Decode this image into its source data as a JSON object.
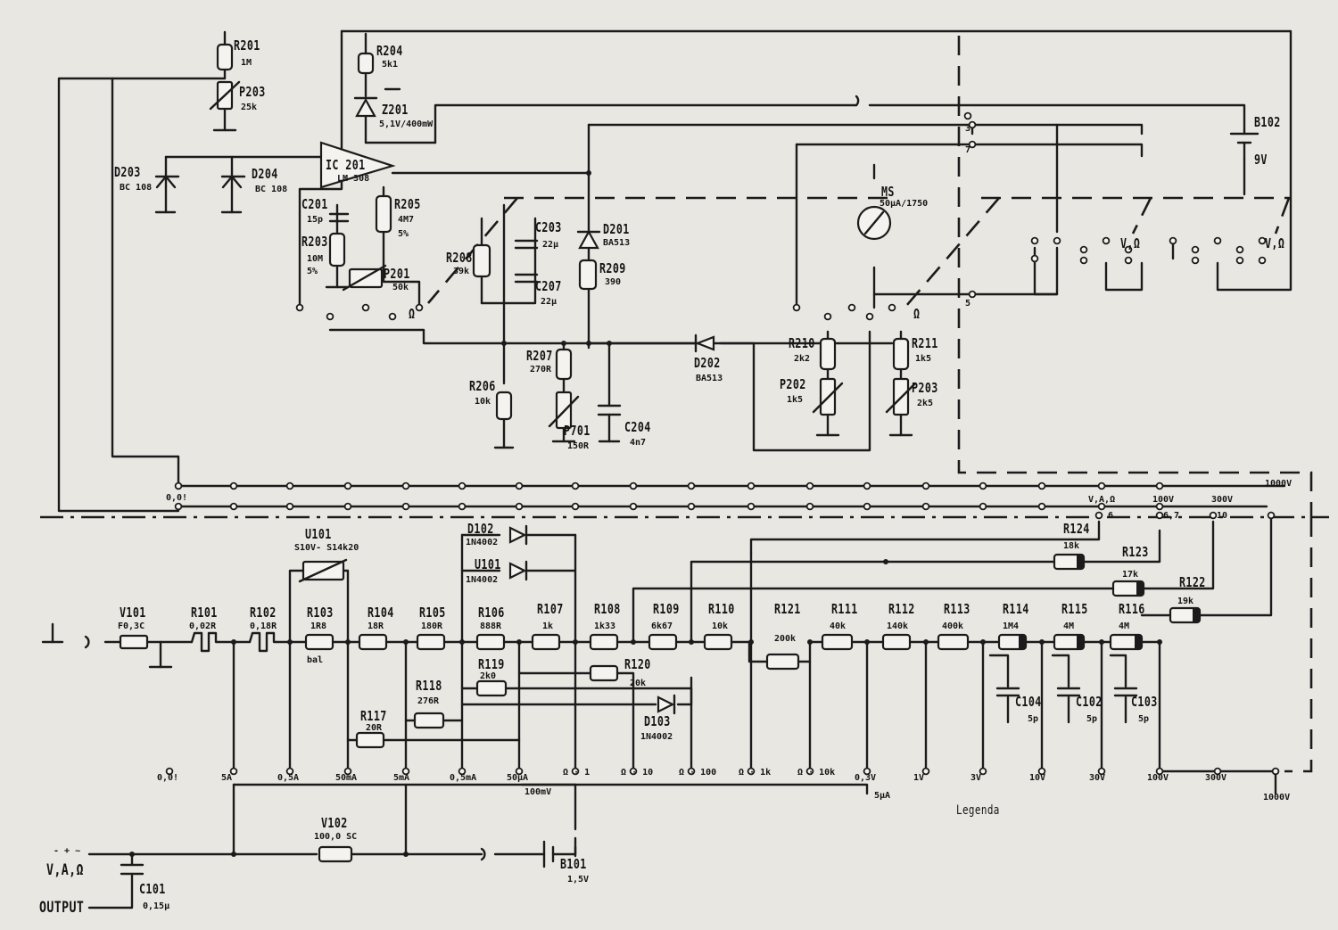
{
  "schematic": {
    "section_label": "Legenda",
    "upper_labels": {
      "R201": "R201",
      "R201_val": "1M",
      "P203a": "P203",
      "P203a_val": "25k",
      "R204": "R204",
      "R204_val": "5k1",
      "Z201": "Z201",
      "Z201_val": "5,1V/400mW",
      "IC201": "IC 201",
      "IC201_val": "LM 308",
      "D203": "D203",
      "D203_val": "BC 108",
      "D204": "D204",
      "D204_val": "BC 108",
      "C201": "C201",
      "C201_val": "15p",
      "R205": "R205",
      "R205_val": "4M7",
      "R205_tol": "5%",
      "R203": "R203",
      "R203_val": "10M",
      "R203_tol": "5%",
      "P201": "P201",
      "P201_val": "50k",
      "R208": "R208",
      "R208_val": "39k",
      "C203": "C203",
      "C203_val": "22µ",
      "C207": "C207",
      "C207_val": "22µ",
      "D201": "D201",
      "D201_val": "BA513",
      "R209": "R209",
      "R209_val": "390",
      "R207": "R207",
      "R207_val": "270R",
      "R206": "R206",
      "R206_val": "10k",
      "P701": "P701",
      "P701_val": "150R",
      "C204": "C204",
      "C204_val": "4n7",
      "D202": "D202",
      "D202_val": "BA513",
      "MS": "MS",
      "MS_val": "50µA/1750",
      "R210": "R210",
      "R210_val": "2k2",
      "P202": "P202",
      "P202_val": "1k5",
      "R211": "R211",
      "R211_val": "1k5",
      "P203b": "P203",
      "P203b_val": "2k5",
      "B102": "B102",
      "B102_val": "9V",
      "ohm_a": "Ω",
      "ohm_b": "Ω",
      "ohm_c": "V,Ω",
      "ohm_d": "V,Ω",
      "sw_3": "3",
      "sw_7": "7",
      "sw_5": "5"
    },
    "lower_labels": {
      "U101": "U101",
      "U101_val": "S10V- S14k20",
      "D102": "D102",
      "D102_val": "1N4002",
      "U101b": "U101",
      "U101b_val": "1N4002",
      "D103": "D103",
      "D103_val": "1N4002",
      "V101": "V101",
      "V101_val": "F0,3C",
      "R101": "R101",
      "R101_val": "0,02R",
      "R102": "R102",
      "R102_val": "0,18R",
      "R103": "R103",
      "R103_val": "1R8",
      "R103_sub": "bal",
      "R104": "R104",
      "R104_val": "18R",
      "R105": "R105",
      "R105_val": "180R",
      "R106": "R106",
      "R106_val": "888R",
      "R107": "R107",
      "R107_val": "1k",
      "R108": "R108",
      "R108_val": "1k33",
      "R109": "R109",
      "R109_val": "6k67",
      "R110": "R110",
      "R110_val": "10k",
      "R121": "R121",
      "R121_val": "200k",
      "R111": "R111",
      "R111_val": "40k",
      "R112": "R112",
      "R112_val": "140k",
      "R113": "R113",
      "R113_val": "400k",
      "R114": "R114",
      "R114_val": "1M4",
      "R115": "R115",
      "R115_val": "4M",
      "R116": "R116",
      "R116_val": "4M",
      "R117": "R117",
      "R117_val": "20R",
      "R118": "R118",
      "R118_val": "276R",
      "R119": "R119",
      "R119_val": "2k0",
      "R120": "R120",
      "R120_val": "20k",
      "R122": "R122",
      "R122_val": "19k",
      "R123": "R123",
      "R123_val": "17k",
      "R124": "R124",
      "R124_val": "18k",
      "C101": "C101",
      "C101_val": "0,15µ",
      "C102": "C102",
      "C102_val": "5p",
      "C103": "C103",
      "C103_val": "5p",
      "C104": "C104",
      "C104_val": "5p",
      "V102": "V102",
      "V102_val": "100,0 SC",
      "B101": "B101",
      "B101_val": "1,5V",
      "input_main": "V,A,Ω",
      "input_minus": "- + ~",
      "input_output": "OUTPUT",
      "hi_VAO": "V,A,Ω",
      "hi_6": "6",
      "hi_100": "100V",
      "hi_67": "6,7",
      "hi_300": "300V",
      "hi_10": "10",
      "hi_1000": "1000V"
    },
    "range_labels": [
      "0,0!",
      "5A",
      "0,5A",
      "50mA",
      "5mA",
      "0,5mA",
      "50µA",
      "Ω · 1",
      "Ω · 10",
      "Ω · 100",
      "Ω · 1k",
      "Ω · 10k",
      "0,3V",
      "1V",
      "3V",
      "10V",
      "30V",
      "100V",
      "300V",
      "1000V"
    ],
    "sub_range_labels": {
      "mv": "100mV",
      "ua": "5µA",
      "left": "0,0!"
    }
  }
}
